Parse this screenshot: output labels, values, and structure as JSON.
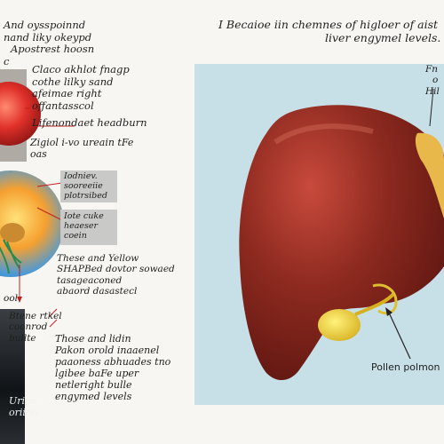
{
  "image": {
    "title_lines": [
      "I Becaioe iin chemnes of higloer of aist",
      "liver engymel levels."
    ],
    "left_notes": {
      "top": [
        "And oysspoinnd",
        "nand liky okeypd",
        "Apostrest hoosn",
        "c"
      ],
      "mid1": [
        "Claco akhlot fnagp",
        "cothe lilky sand",
        "afeimae right",
        "offantasscol"
      ],
      "mid2": [
        "Lifenondaet headburn"
      ],
      "mid3": [
        "Zigiol i-vo ureain tFe",
        "oas"
      ],
      "box1": [
        "Iodniev.",
        "sooreeiie",
        "plotrsibed"
      ],
      "box2": [
        "Iote cuke",
        "heaeser",
        "coein"
      ],
      "yellow": [
        "These and Yellow",
        "SHAPBed dovtor sowaed",
        "tasageaconed",
        "abaord dasastecl"
      ],
      "small_left": [
        "Btene rtkel",
        "coonrod",
        "bullte"
      ],
      "lower": [
        "Those and lidin",
        "Pakon orold inaaenel",
        "paaoness abhuades tno",
        "lgibee baFe uper",
        "netleright bulle",
        "engymed levels"
      ],
      "bottom": [
        "Urine",
        "oriino"
      ],
      "edge_label": "ool"
    },
    "right_label": [
      "Fn",
      "o",
      "Hil"
    ],
    "pointer_label": "Pollen polmon"
  }
}
